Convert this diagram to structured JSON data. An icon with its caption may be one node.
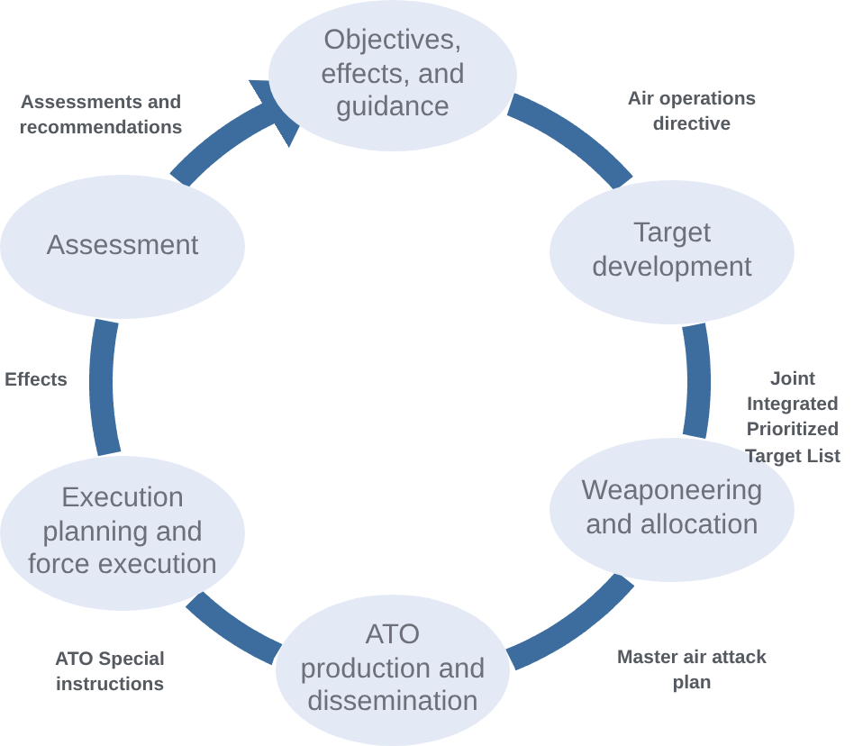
{
  "diagram": {
    "nodes": [
      {
        "text": [
          "Objectives, effects, and guidance"
        ]
      },
      {
        "text": [
          "Target development"
        ]
      },
      {
        "text": [
          "Weaponeering and allocation"
        ]
      },
      {
        "text": [
          "ATO production and dissemination"
        ]
      },
      {
        "text": [
          "Execution planning and force execution"
        ]
      },
      {
        "text": [
          "Assessment"
        ]
      }
    ],
    "edges": [
      {
        "from": 0,
        "to": 1,
        "arrow": "none",
        "label": "Air operations directive"
      },
      {
        "from": 1,
        "to": 2,
        "arrow": "none",
        "label": "Joint Integrated Prioritized Target List"
      },
      {
        "from": 2,
        "to": 3,
        "arrow": "none",
        "label": "Master air attack plan"
      },
      {
        "from": 3,
        "to": 4,
        "arrow": "none",
        "label": "ATO Special instructions"
      },
      {
        "from": 4,
        "to": 5,
        "arrow": "none",
        "label": "Effects"
      },
      {
        "from": 5,
        "to": 0,
        "arrow": "to",
        "label": "Assessments and recommendations"
      }
    ]
  }
}
